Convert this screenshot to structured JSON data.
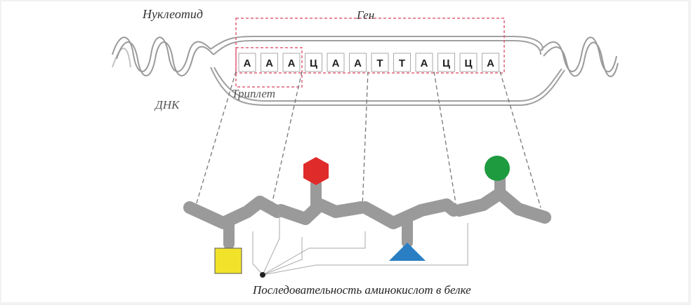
{
  "labels": {
    "nucleotide": "Нуклеотид",
    "gene": "Ген",
    "triplet": "Триплет",
    "dna": "ДНК",
    "caption": "Последовательность аминокислот в белке"
  },
  "sequence": [
    "А",
    "А",
    "А",
    "Ц",
    "А",
    "А",
    "Т",
    "Т",
    "А",
    "Ц",
    "Ц",
    "А"
  ],
  "colors": {
    "hexagon": "#e02b2b",
    "circle": "#1e9a3f",
    "square": "#f2e32a",
    "triangle": "#2a7fc4",
    "backbone": "#9a9a9a",
    "gene_frame": "#e0607a",
    "dna_strand": "#999999"
  },
  "side_groups": [
    {
      "shape": "square",
      "color_key": "square"
    },
    {
      "shape": "hexagon",
      "color_key": "hexagon"
    },
    {
      "shape": "triangle",
      "color_key": "triangle"
    },
    {
      "shape": "circle",
      "color_key": "circle"
    }
  ]
}
